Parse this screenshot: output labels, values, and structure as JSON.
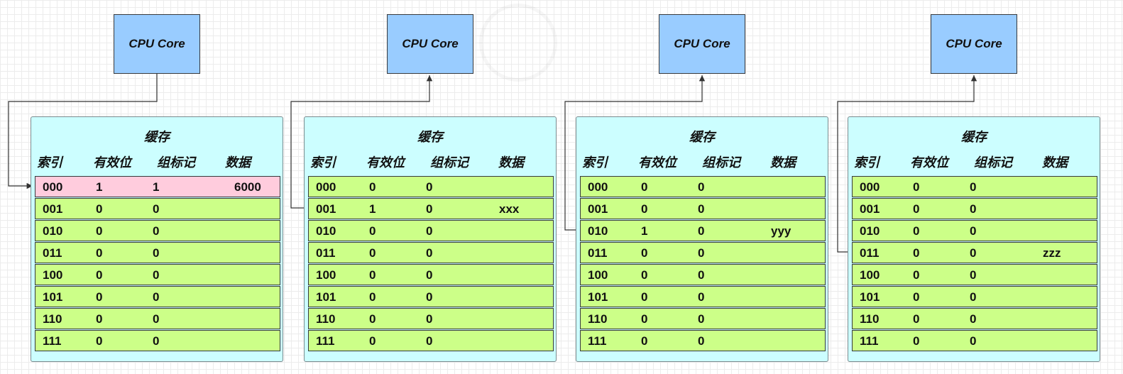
{
  "core_label": "CPU Core",
  "cache_title": "缓存",
  "headers": [
    "索引",
    "有效位",
    "组标记",
    "数据"
  ],
  "caches": [
    {
      "highlight_row": 0,
      "rows": [
        [
          "000",
          "1",
          "1",
          "6000"
        ],
        [
          "001",
          "0",
          "0",
          ""
        ],
        [
          "010",
          "0",
          "0",
          ""
        ],
        [
          "011",
          "0",
          "0",
          ""
        ],
        [
          "100",
          "0",
          "0",
          ""
        ],
        [
          "101",
          "0",
          "0",
          ""
        ],
        [
          "110",
          "0",
          "0",
          ""
        ],
        [
          "111",
          "0",
          "0",
          ""
        ]
      ]
    },
    {
      "highlight_row": null,
      "rows": [
        [
          "000",
          "0",
          "0",
          ""
        ],
        [
          "001",
          "1",
          "0",
          "xxx"
        ],
        [
          "010",
          "0",
          "0",
          ""
        ],
        [
          "011",
          "0",
          "0",
          ""
        ],
        [
          "100",
          "0",
          "0",
          ""
        ],
        [
          "101",
          "0",
          "0",
          ""
        ],
        [
          "110",
          "0",
          "0",
          ""
        ],
        [
          "111",
          "0",
          "0",
          ""
        ]
      ]
    },
    {
      "highlight_row": null,
      "rows": [
        [
          "000",
          "0",
          "0",
          ""
        ],
        [
          "001",
          "0",
          "0",
          ""
        ],
        [
          "010",
          "1",
          "0",
          "yyy"
        ],
        [
          "011",
          "0",
          "0",
          ""
        ],
        [
          "100",
          "0",
          "0",
          ""
        ],
        [
          "101",
          "0",
          "0",
          ""
        ],
        [
          "110",
          "0",
          "0",
          ""
        ],
        [
          "111",
          "0",
          "0",
          ""
        ]
      ]
    },
    {
      "highlight_row": null,
      "rows": [
        [
          "000",
          "0",
          "0",
          ""
        ],
        [
          "001",
          "0",
          "0",
          ""
        ],
        [
          "010",
          "0",
          "0",
          ""
        ],
        [
          "011",
          "0",
          "0",
          "zzz"
        ],
        [
          "100",
          "0",
          "0",
          ""
        ],
        [
          "101",
          "0",
          "0",
          ""
        ],
        [
          "110",
          "0",
          "0",
          ""
        ],
        [
          "111",
          "0",
          "0",
          ""
        ]
      ]
    }
  ],
  "colors": {
    "core_fill": "#99ccff",
    "cache_fill": "#ccfeff",
    "row_fill": "#ccff88",
    "highlight_fill": "#ffccdd",
    "line": "#333333"
  }
}
